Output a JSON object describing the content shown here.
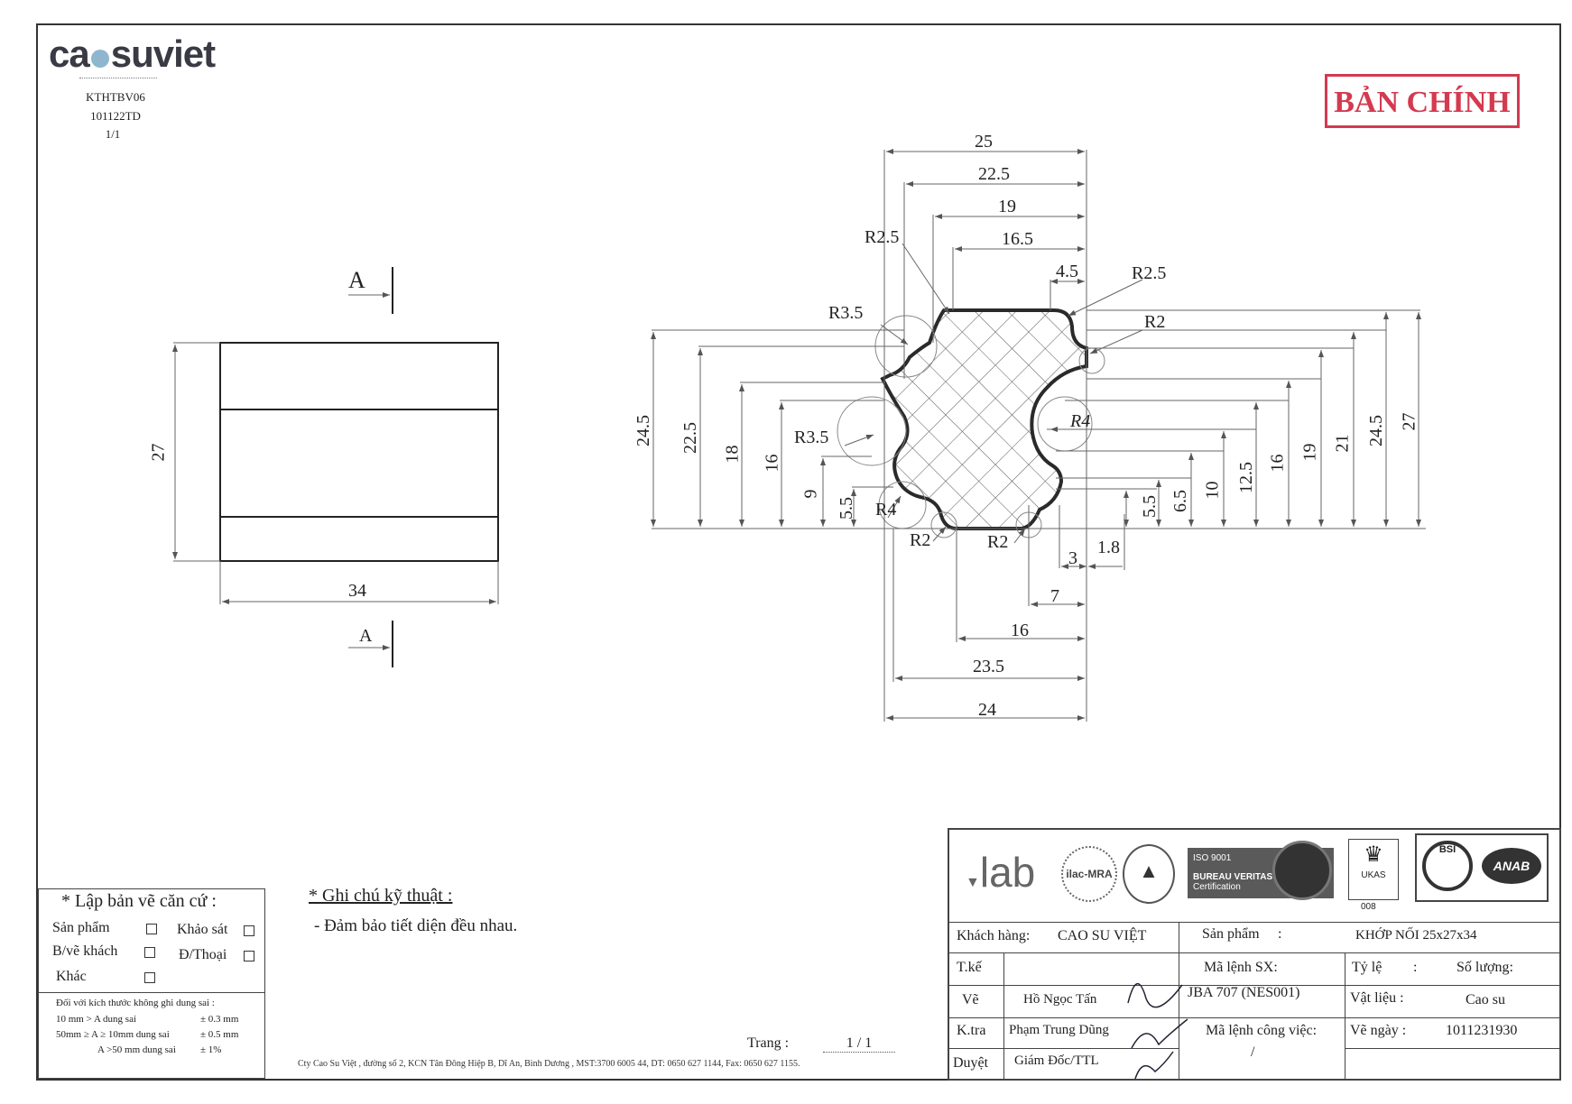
{
  "header": {
    "logo_left": "ca",
    "logo_right": "suviet",
    "doc_code": "KTHTBV06",
    "doc_rev": "101122TD",
    "doc_page": "1/1",
    "stamp": "BẢN CHÍNH"
  },
  "side_view": {
    "section_mark_top": "A",
    "section_mark_bottom": "A",
    "dim_height": "27",
    "dim_width": "34"
  },
  "section_view": {
    "top_dims": [
      "25",
      "22.5",
      "19",
      "16.5",
      "4.5"
    ],
    "radii": [
      "R2.5",
      "R2.5",
      "R3.5",
      "R2",
      "R3.5",
      "R4",
      "R4",
      "R2",
      "R2"
    ],
    "left_dims": [
      "24.5",
      "22.5",
      "18",
      "16",
      "9",
      "5.5"
    ],
    "right_dims": [
      "5.5",
      "6.5",
      "10",
      "12.5",
      "16",
      "19",
      "21",
      "24.5",
      "27"
    ],
    "bottom_dims": [
      "3",
      "1.8",
      "7",
      "16",
      "23.5",
      "24"
    ]
  },
  "notes": {
    "title": "* Ghi chú kỹ thuật :",
    "line1": "- Đảm bảo tiết diện đều nhau."
  },
  "lap_ban_ve": {
    "title": "* Lập bản vẽ căn cứ :",
    "san_pham": "Sản phẩm",
    "khao_sat": "Khảo sát",
    "bve_khach": "B/vẽ khách",
    "dthoai": "Đ/Thoại",
    "khac": "Khác",
    "tol_title": "Đối với kích thước không ghi dung sai :",
    "tol_1": "10 mm > A  dung sai",
    "tol_1v": "± 0.3 mm",
    "tol_2": "50mm ≥ A ≥ 10mm dung sai",
    "tol_2v": "± 0.5 mm",
    "tol_3": "A >50 mm dung sai",
    "tol_3v": "± 1%"
  },
  "footer": {
    "trang_label": "Trang :",
    "trang_value": "1 / 1",
    "address": "Cty Cao Su Việt , đường số 2, KCN Tân Đông Hiệp B, Dĩ An, Bình Dương , MST:3700 6005 44, DT: 0650 627 1144, Fax: 0650 627 1155."
  },
  "cert_logos": {
    "vilab": "lab",
    "ilac": "ilac-MRA",
    "iso": "ISO 9001",
    "bv": "BUREAU VERITAS",
    "bv_cert": "Certification",
    "ukas": "UKAS",
    "ukas_num": "008",
    "bsi": "BSI",
    "anab": "ANAB"
  },
  "title_block": {
    "khach_hang_label": "Khách hàng:",
    "khach_hang": "CAO SU VIỆT",
    "san_pham_label": "Sản phẩm",
    "san_pham_colon": ":",
    "san_pham": "KHỚP NỐI 25x27x34",
    "tke_label": "T.kế",
    "ve_label": "Vẽ",
    "ve_name": "Hồ Ngọc Tấn",
    "ktra_label": "K.tra",
    "ktra_name": "Phạm Trung Dũng",
    "duyet_label": "Duyệt",
    "duyet_name": "Giám  Đốc/TTL",
    "ma_lenh_sx_label": "Mã lệnh SX:",
    "ma_lenh_sx": "JBA 707 (NES001)",
    "ma_lenh_cv_label": "Mã lệnh công việc:",
    "ma_lenh_cv": "/",
    "ty_le_label": "Tỷ lệ",
    "ty_le_colon": ":",
    "so_luong_label": "Số lượng:",
    "vat_lieu_label": "Vật liệu  :",
    "vat_lieu": "Cao su",
    "ve_ngay_label": "Vẽ  ngày  :",
    "ve_ngay": "1011231930"
  }
}
